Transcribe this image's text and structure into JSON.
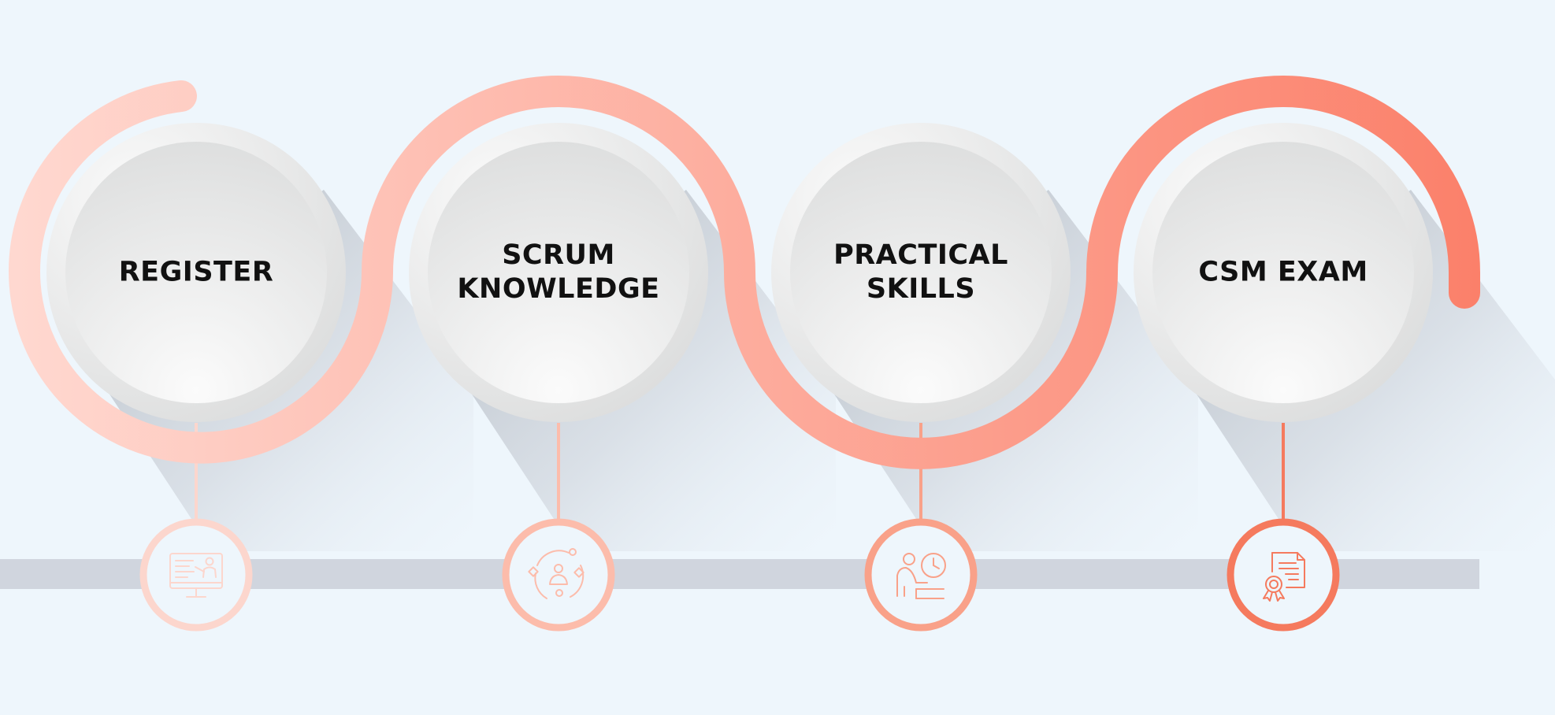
{
  "steps": [
    {
      "label": "REGISTER",
      "icon": "presentation-screen-icon",
      "accent": "#fcd6cd"
    },
    {
      "label": "SCRUM\nKNOWLEDGE",
      "icon": "team-cycle-icon",
      "accent": "#fcbcab"
    },
    {
      "label": "PRACTICAL\nSKILLS",
      "icon": "person-desk-clock-icon",
      "accent": "#f9a189"
    },
    {
      "label": "CSM EXAM",
      "icon": "certificate-icon",
      "accent": "#f57a5e"
    }
  ],
  "colors": {
    "background": "#eef6fc",
    "timeline_bar": "#d0d5de",
    "ribbon_start": "#ffd9d1",
    "ribbon_end": "#fb806a",
    "circle_outer": "#efefef",
    "circle_inner": "#e2e3e3",
    "text": "#111111"
  }
}
